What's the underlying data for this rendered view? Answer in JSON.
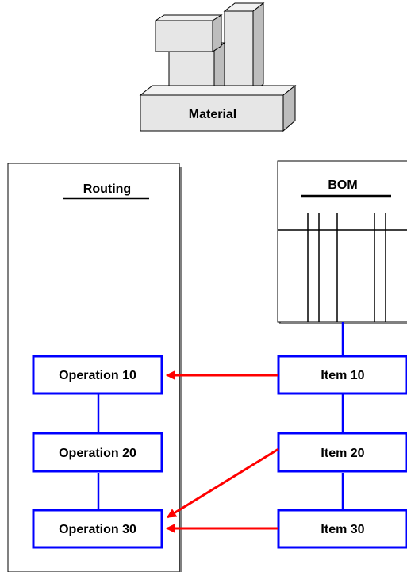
{
  "material": {
    "label": "Material"
  },
  "routing": {
    "title": "Routing",
    "operations": [
      "Operation 10",
      "Operation 20",
      "Operation 30"
    ]
  },
  "bom": {
    "title": "BOM",
    "items": [
      "Item 10",
      "Item 20",
      "Item 30"
    ]
  },
  "colors": {
    "box_border": "#0000ff",
    "connector": "#0000ff",
    "assignment_arrow": "#ff0000",
    "block_face": "#e6e6e6",
    "block_shade": "#bdbdbd"
  }
}
